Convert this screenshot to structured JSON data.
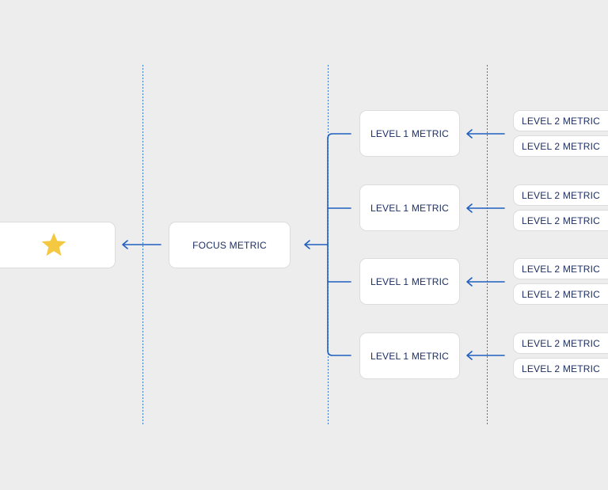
{
  "diagram": {
    "goal": {
      "icon": "star-icon"
    },
    "focus_metric": {
      "label": "FOCUS METRIC"
    },
    "level1": [
      {
        "label": "LEVEL 1 METRIC",
        "children": [
          "LEVEL 2 METRIC",
          "LEVEL 2 METRIC"
        ]
      },
      {
        "label": "LEVEL 1 METRIC",
        "children": [
          "LEVEL 2 METRIC",
          "LEVEL 2 METRIC"
        ]
      },
      {
        "label": "LEVEL 1 METRIC",
        "children": [
          "LEVEL 2 METRIC",
          "LEVEL 2 METRIC"
        ]
      },
      {
        "label": "LEVEL 1 METRIC",
        "children": [
          "LEVEL 2 METRIC",
          "LEVEL 2 METRIC"
        ]
      }
    ]
  },
  "colors": {
    "background": "#ededed",
    "card": "#ffffff",
    "connector": "#1f5fbf",
    "star": "#f5c842",
    "text": "#1d2f63"
  }
}
